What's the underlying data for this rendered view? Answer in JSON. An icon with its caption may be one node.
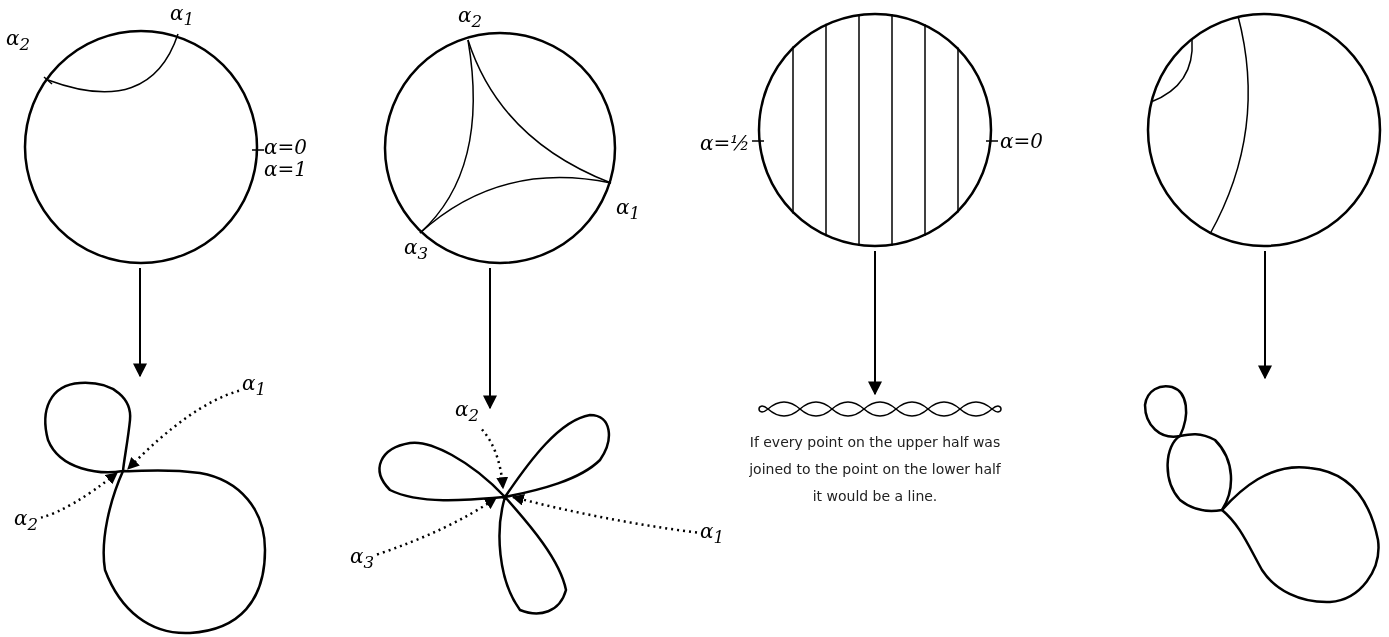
{
  "diagram": {
    "nodes": [
      {
        "text": [],
        "shape": "circle",
        "beside": [
          "α$_{1}$",
          "α$_{2}$",
          "α=0",
          "α=1"
        ]
      },
      {
        "text": [],
        "shape": "circle",
        "beside": [
          "α$_{2}$",
          "α$_{1}$",
          "α$_{3}$"
        ]
      },
      {
        "text": [],
        "shape": "circle",
        "beside": [
          "α=½",
          "α=0"
        ]
      },
      {
        "text": [],
        "shape": "circle"
      },
      {
        "text": [],
        "shape": "picture"
      },
      {
        "text": [
          "α$_{1}$"
        ]
      },
      {
        "text": [
          "α$_{2}$"
        ]
      },
      {
        "text": [],
        "shape": "picture"
      },
      {
        "text": [
          "α$_{2}$"
        ]
      },
      {
        "text": [
          "α$_{3}$"
        ]
      },
      {
        "text": [
          "α$_{1}$"
        ]
      },
      {
        "text": [],
        "shape": "picture",
        "beside": [
          "If every point on the upper half was joined to the point on the lower half it would be a line."
        ]
      },
      {
        "text": [],
        "shape": "picture"
      }
    ],
    "edges": [
      {
        "from": 0,
        "to": 4,
        "arrow": "to"
      },
      {
        "from": 1,
        "to": 7,
        "arrow": "to"
      },
      {
        "from": 2,
        "to": 11,
        "arrow": "to"
      },
      {
        "from": 3,
        "to": 12,
        "arrow": "to"
      },
      {
        "from": 5,
        "to": 4,
        "arrow": "to",
        "style": "dashed"
      },
      {
        "from": 6,
        "to": 4,
        "arrow": "to",
        "style": "dashed"
      },
      {
        "from": 8,
        "to": 7,
        "arrow": "to",
        "style": "dashed"
      },
      {
        "from": 9,
        "to": 7,
        "arrow": "to",
        "style": "dashed"
      },
      {
        "from": 10,
        "to": 7,
        "arrow": "to",
        "style": "dashed"
      }
    ]
  }
}
